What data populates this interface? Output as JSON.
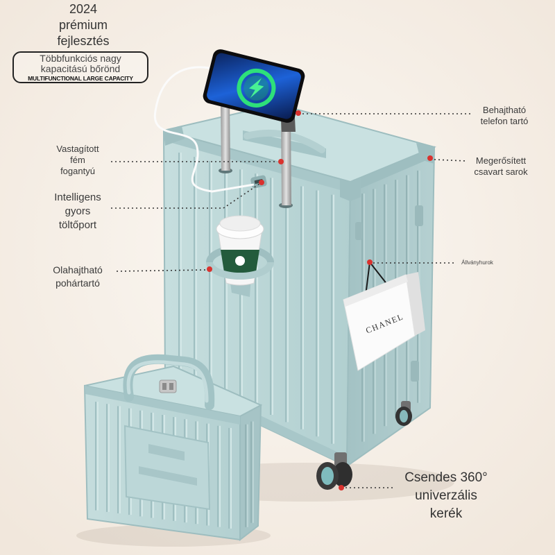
{
  "headline": {
    "line1": "2024",
    "line2": "prémium",
    "line3": "fejlesztés"
  },
  "badge": {
    "line1": "Többfunkciós nagy",
    "line2": "kapacitású bőrönd",
    "subtitle": "MULTIFUNCTIONAL LARGE CAPACITY"
  },
  "callouts": {
    "phone_holder": {
      "line1": "Behajtható",
      "line2": "telefon tartó"
    },
    "handle": {
      "line1": "Vastagított",
      "line2": "fém",
      "line3": "fogantyú"
    },
    "corner": {
      "line1": "Megerősített",
      "line2": "csavart sarok"
    },
    "charging_port": {
      "line1": "Intelligens",
      "line2": "gyors",
      "line3": "töltőport"
    },
    "stand_loop": {
      "line1": "Állványhurok"
    },
    "cup_holder": {
      "line1": "Olahajtható",
      "line2": "pohártartó"
    },
    "wheels": {
      "line1": "Csendes 360°",
      "line2": "univerzális",
      "line3": "kerék"
    }
  },
  "bag": {
    "brand": "CHANEL"
  },
  "colors": {
    "background": "#f5eee6",
    "luggage": "#b8d5d6",
    "accent_dot": "#d9322e"
  }
}
